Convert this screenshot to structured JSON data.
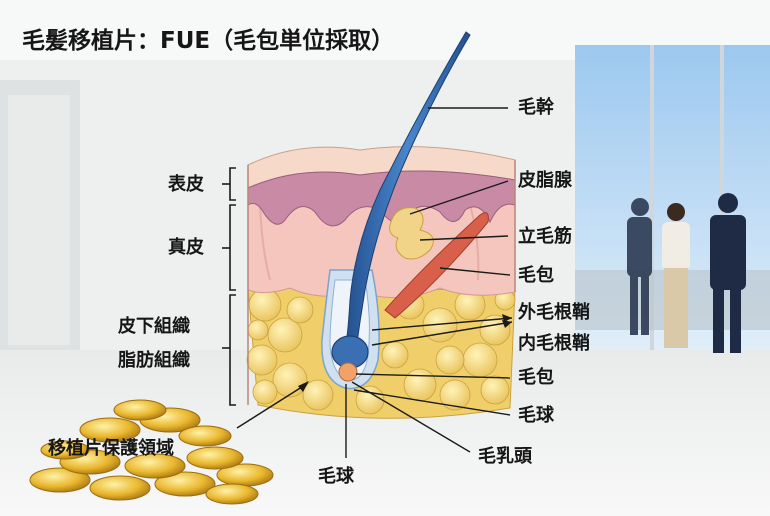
{
  "title": "毛髪移植片：FUE（毛包単位採取）",
  "labels": {
    "epidermis": "表皮",
    "dermis": "真皮",
    "subcutaneous_line1": "皮下組織",
    "subcutaneous_line2": "脂肪組織",
    "graft_protection": "移植片保護領域",
    "hair_bulb_bottom": "毛球",
    "hair_shaft": "毛幹",
    "sebaceous_gland": "皮脂腺",
    "arrector_pili": "立毛筋",
    "follicle_upper": "毛包",
    "outer_root_sheath": "外毛根鞘",
    "inner_root_sheath": "内毛根鞘",
    "follicle_lower": "毛包",
    "hair_bulb_right": "毛球",
    "dermal_papilla": "毛乳頭"
  },
  "colors": {
    "epidermis": "#c98aa6",
    "dermis": "#f2c4bc",
    "fat": "#f2d273",
    "hair": "#3a6fb4",
    "muscle": "#d8604a",
    "coin": "#e9b72e"
  }
}
